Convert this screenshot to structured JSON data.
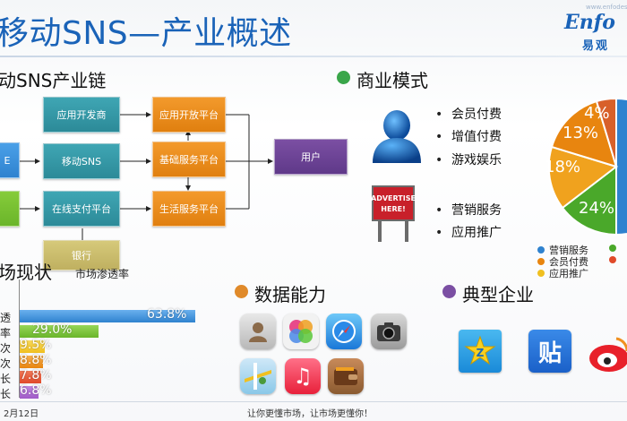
{
  "header": {
    "title": "移动SNS—产业概述",
    "logo_word": "Enfo",
    "logo_sub": "易观",
    "logo_url": "www.enfodesk"
  },
  "colors": {
    "teal": "#2c8a98",
    "orange": "#e8850f",
    "blue": "#2f82cf",
    "green": "#6ab52a",
    "purple": "#5f3989"
  },
  "chain": {
    "title": "动SNS产业链",
    "boxes": {
      "app_dev": "应用开发商",
      "app_platform": "应用开放平台",
      "mobile_sns": "移动SNS",
      "basic_service": "基础服务平台",
      "user": "用户",
      "payment": "在线支付平台",
      "life_service": "生活服务平台",
      "bank": "银行",
      "left_top": "E"
    }
  },
  "business": {
    "title": "商业模式",
    "items_a": [
      "会员付费",
      "增值付费",
      "游戏娱乐"
    ],
    "items_b": [
      "营销服务",
      "应用推广"
    ],
    "sign_text": "ADVERTISE HERE!"
  },
  "pie": {
    "slices": [
      {
        "label": "4%",
        "value": 4,
        "color": "#d8602a"
      },
      {
        "label": "13%",
        "value": 13,
        "color": "#e8850f"
      },
      {
        "label": "18%",
        "value": 18,
        "color": "#f0a21e"
      },
      {
        "label": "24%",
        "value": 24,
        "color": "#4aa82a"
      }
    ],
    "legend": [
      {
        "label": "营销服务",
        "color": "#2f82cf"
      },
      {
        "label": "会员付费",
        "color": "#e8850f"
      },
      {
        "label": "应用推广",
        "color": "#f0c020"
      }
    ]
  },
  "market": {
    "title": "场现状",
    "chart_title": "市场渗透率",
    "rows": [
      {
        "label": "透",
        "value": "63.8%",
        "pct": 63.8,
        "color": "#2f82cf"
      },
      {
        "label": "率",
        "value": "29.0%",
        "pct": 29.0,
        "color": "#6ab52a"
      },
      {
        "label": "次",
        "value": "9.5%",
        "pct": 9.5,
        "color": "#f0c020"
      },
      {
        "label": "次",
        "value": "8.8%",
        "pct": 8.8,
        "color": "#e8850f"
      },
      {
        "label": "长",
        "value": "7.8%",
        "pct": 7.8,
        "color": "#e04a2a"
      },
      {
        "label": "长",
        "value": "6.8%",
        "pct": 6.8,
        "color": "#a05ac8"
      }
    ]
  },
  "data_ability": {
    "title": "数据能力",
    "icons": [
      "contacts-icon",
      "game-center-icon",
      "safari-icon",
      "camera-icon",
      "maps-icon",
      "music-icon",
      "wallet-icon"
    ]
  },
  "enterprise": {
    "title": "典型企业",
    "tieba_label": "贴"
  },
  "footer": {
    "date": "2月12日",
    "slogan": "让你更懂市场，让市场更懂你！"
  }
}
